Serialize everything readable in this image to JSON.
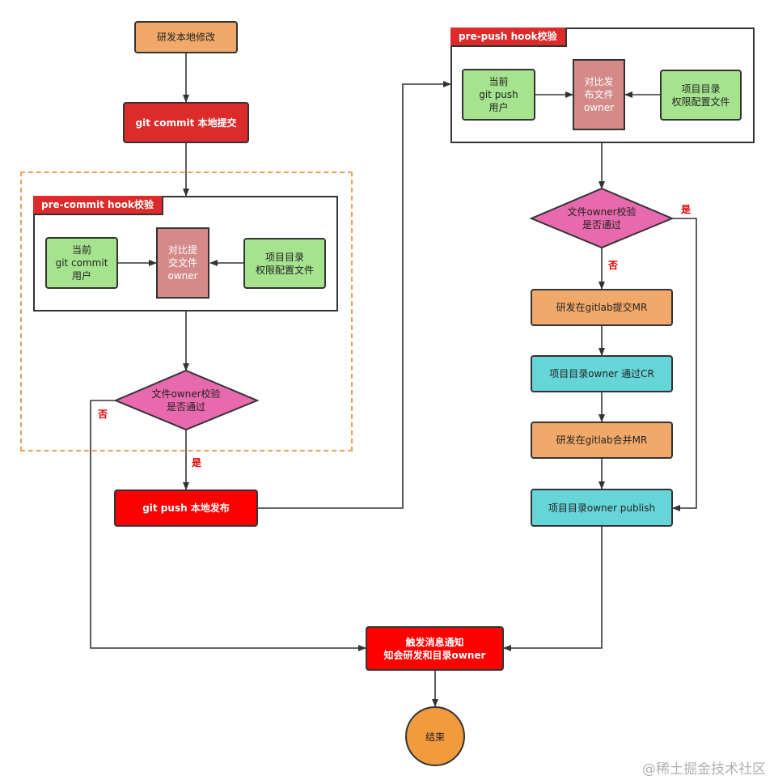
{
  "nodes": {
    "dev_local_change": "研发本地修改",
    "git_commit": "git commit 本地提交",
    "git_push": "git push 本地发布",
    "notify": "触发消息通知\n知会研发和目录owner",
    "end": "结束",
    "gitlab_mr": "研发在gitlab提交MR",
    "owner_cr": "项目目录owner 通过CR",
    "gitlab_merge": "研发在gitlab合并MR",
    "owner_publish": "项目目录owner publish"
  },
  "precommit": {
    "title": "pre-commit hook校验",
    "current_user": "当前\ngit commit\n用户",
    "compare": "对比提\n交文件\nowner",
    "owner_config": "项目目录\n权限配置文件",
    "decision": "文件owner校验\n是否通过",
    "yes_label": "是",
    "no_label": "否"
  },
  "prepush": {
    "title": "pre-push hook校验",
    "current_user": "当前\ngit push\n用户",
    "compare": "对比发\n布文件\nowner",
    "owner_config": "项目目录\n权限配置文件",
    "decision": "文件owner校验\n是否通过",
    "yes_label": "是",
    "no_label": "否"
  },
  "watermark": "@稀土掘金技术社区",
  "colors": {
    "orange": "#f0a96a",
    "red": "#dd2a2a",
    "bright_red": "#ff0000",
    "green": "#a6e38e",
    "pink": "#e869ad",
    "compare_box": "#d58a8a",
    "cyan": "#66d5d8",
    "end_circle": "#f19a3e",
    "dashed_border": "#e9a05a"
  }
}
